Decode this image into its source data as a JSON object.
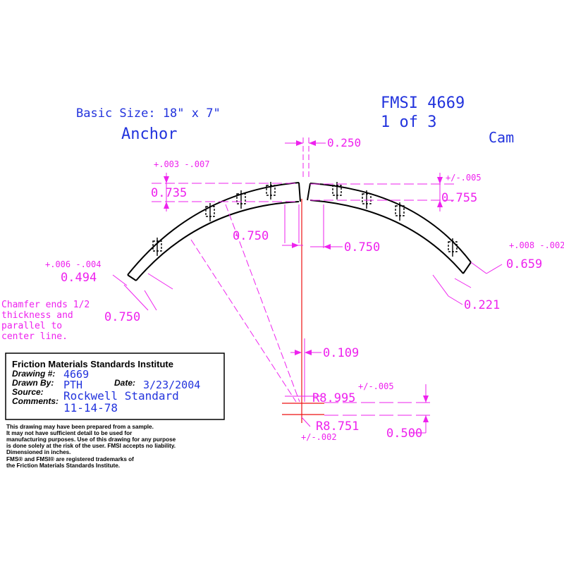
{
  "header": {
    "basic_size": "Basic Size: 18\" x 7\"",
    "anchor_label": "Anchor",
    "cam_label": "Cam",
    "fmsi_number": "FMSI 4669",
    "sheet": "1 of 3"
  },
  "dimensions": {
    "gap_top": "0.250",
    "anchor_tol_thickness": "+.003 -.007",
    "anchor_thickness": "0.735",
    "cam_tol_thickness": "+/-.005",
    "cam_thickness": "0.755",
    "anchor_rivet_spacing": "0.750",
    "cam_rivet_spacing": "0.750",
    "anchor_end_tol": "+.006 -.004",
    "anchor_end": "0.494",
    "anchor_chamfer": "0.750",
    "cam_end_tol": "+.008 -.002",
    "cam_end": "0.659",
    "cam_chamfer": "0.221",
    "centerline_offset": "0.109",
    "outer_radius": "R8.995",
    "outer_radius_tol": "+/-.005",
    "inner_radius": "R8.751",
    "inner_radius_tol": "+/-.002",
    "center_offset": "0.500"
  },
  "chamfer_note": [
    "Chamfer ends 1/2",
    "thickness and",
    "parallel to",
    "center line."
  ],
  "title_block": {
    "institute": "Friction Materials Standards Institute",
    "drawing_label": "Drawing #:",
    "drawing_value": "4669",
    "drawn_by_label": "Drawn By:",
    "drawn_by_value": "PTH",
    "date_label": "Date:",
    "date_value": "3/23/2004",
    "source_label": "Source:",
    "source_value": "Rockwell Standard",
    "comments_label": "Comments:",
    "comments_value": "11-14-78"
  },
  "disclaimer": [
    "This drawing may have been prepared from a sample.",
    "It may not have sufficient detail to be used for",
    "manufacturing purposes.  Use of this drawing for any purpose",
    "is done solely at the risk of the user. FMSI accepts no liability.",
    "Dimensioned in inches.",
    "FMS® and FMSI® are registered trademarks of",
    "the Friction Materials Standards Institute."
  ],
  "colors": {
    "blue": "#2233dd",
    "magenta": "#ee22ee",
    "red": "#ee1111",
    "black": "#000000"
  }
}
